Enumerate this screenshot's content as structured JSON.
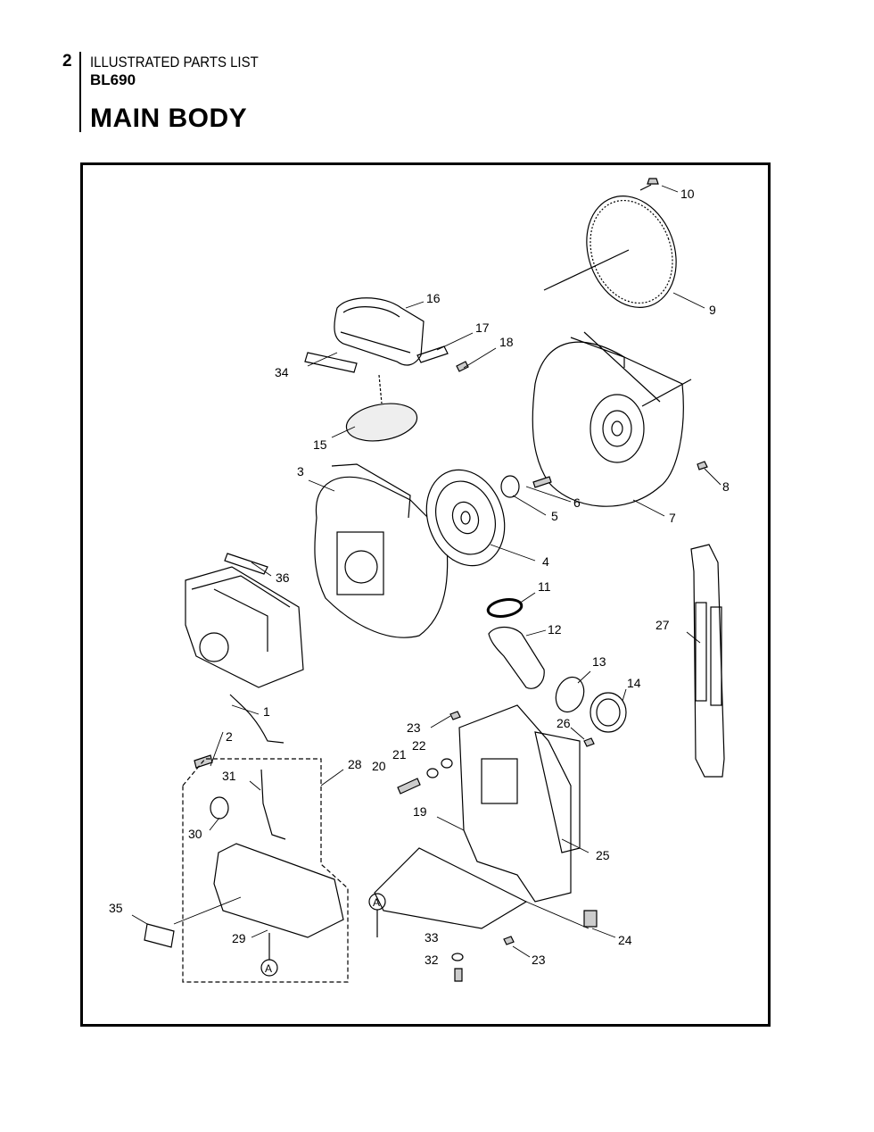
{
  "header": {
    "page_number": "2",
    "subtitle": "ILLUSTRATED PARTS LIST",
    "model": "BL690",
    "title": "MAIN BODY"
  },
  "callouts": [
    "1",
    "2",
    "3",
    "4",
    "5",
    "6",
    "7",
    "8",
    "9",
    "10",
    "11",
    "12",
    "13",
    "14",
    "15",
    "16",
    "17",
    "18",
    "19",
    "20",
    "21",
    "22",
    "23",
    "23",
    "24",
    "25",
    "26",
    "27",
    "28",
    "29",
    "30",
    "31",
    "32",
    "33",
    "34",
    "35",
    "36"
  ],
  "reference_markers": [
    "A",
    "A"
  ]
}
